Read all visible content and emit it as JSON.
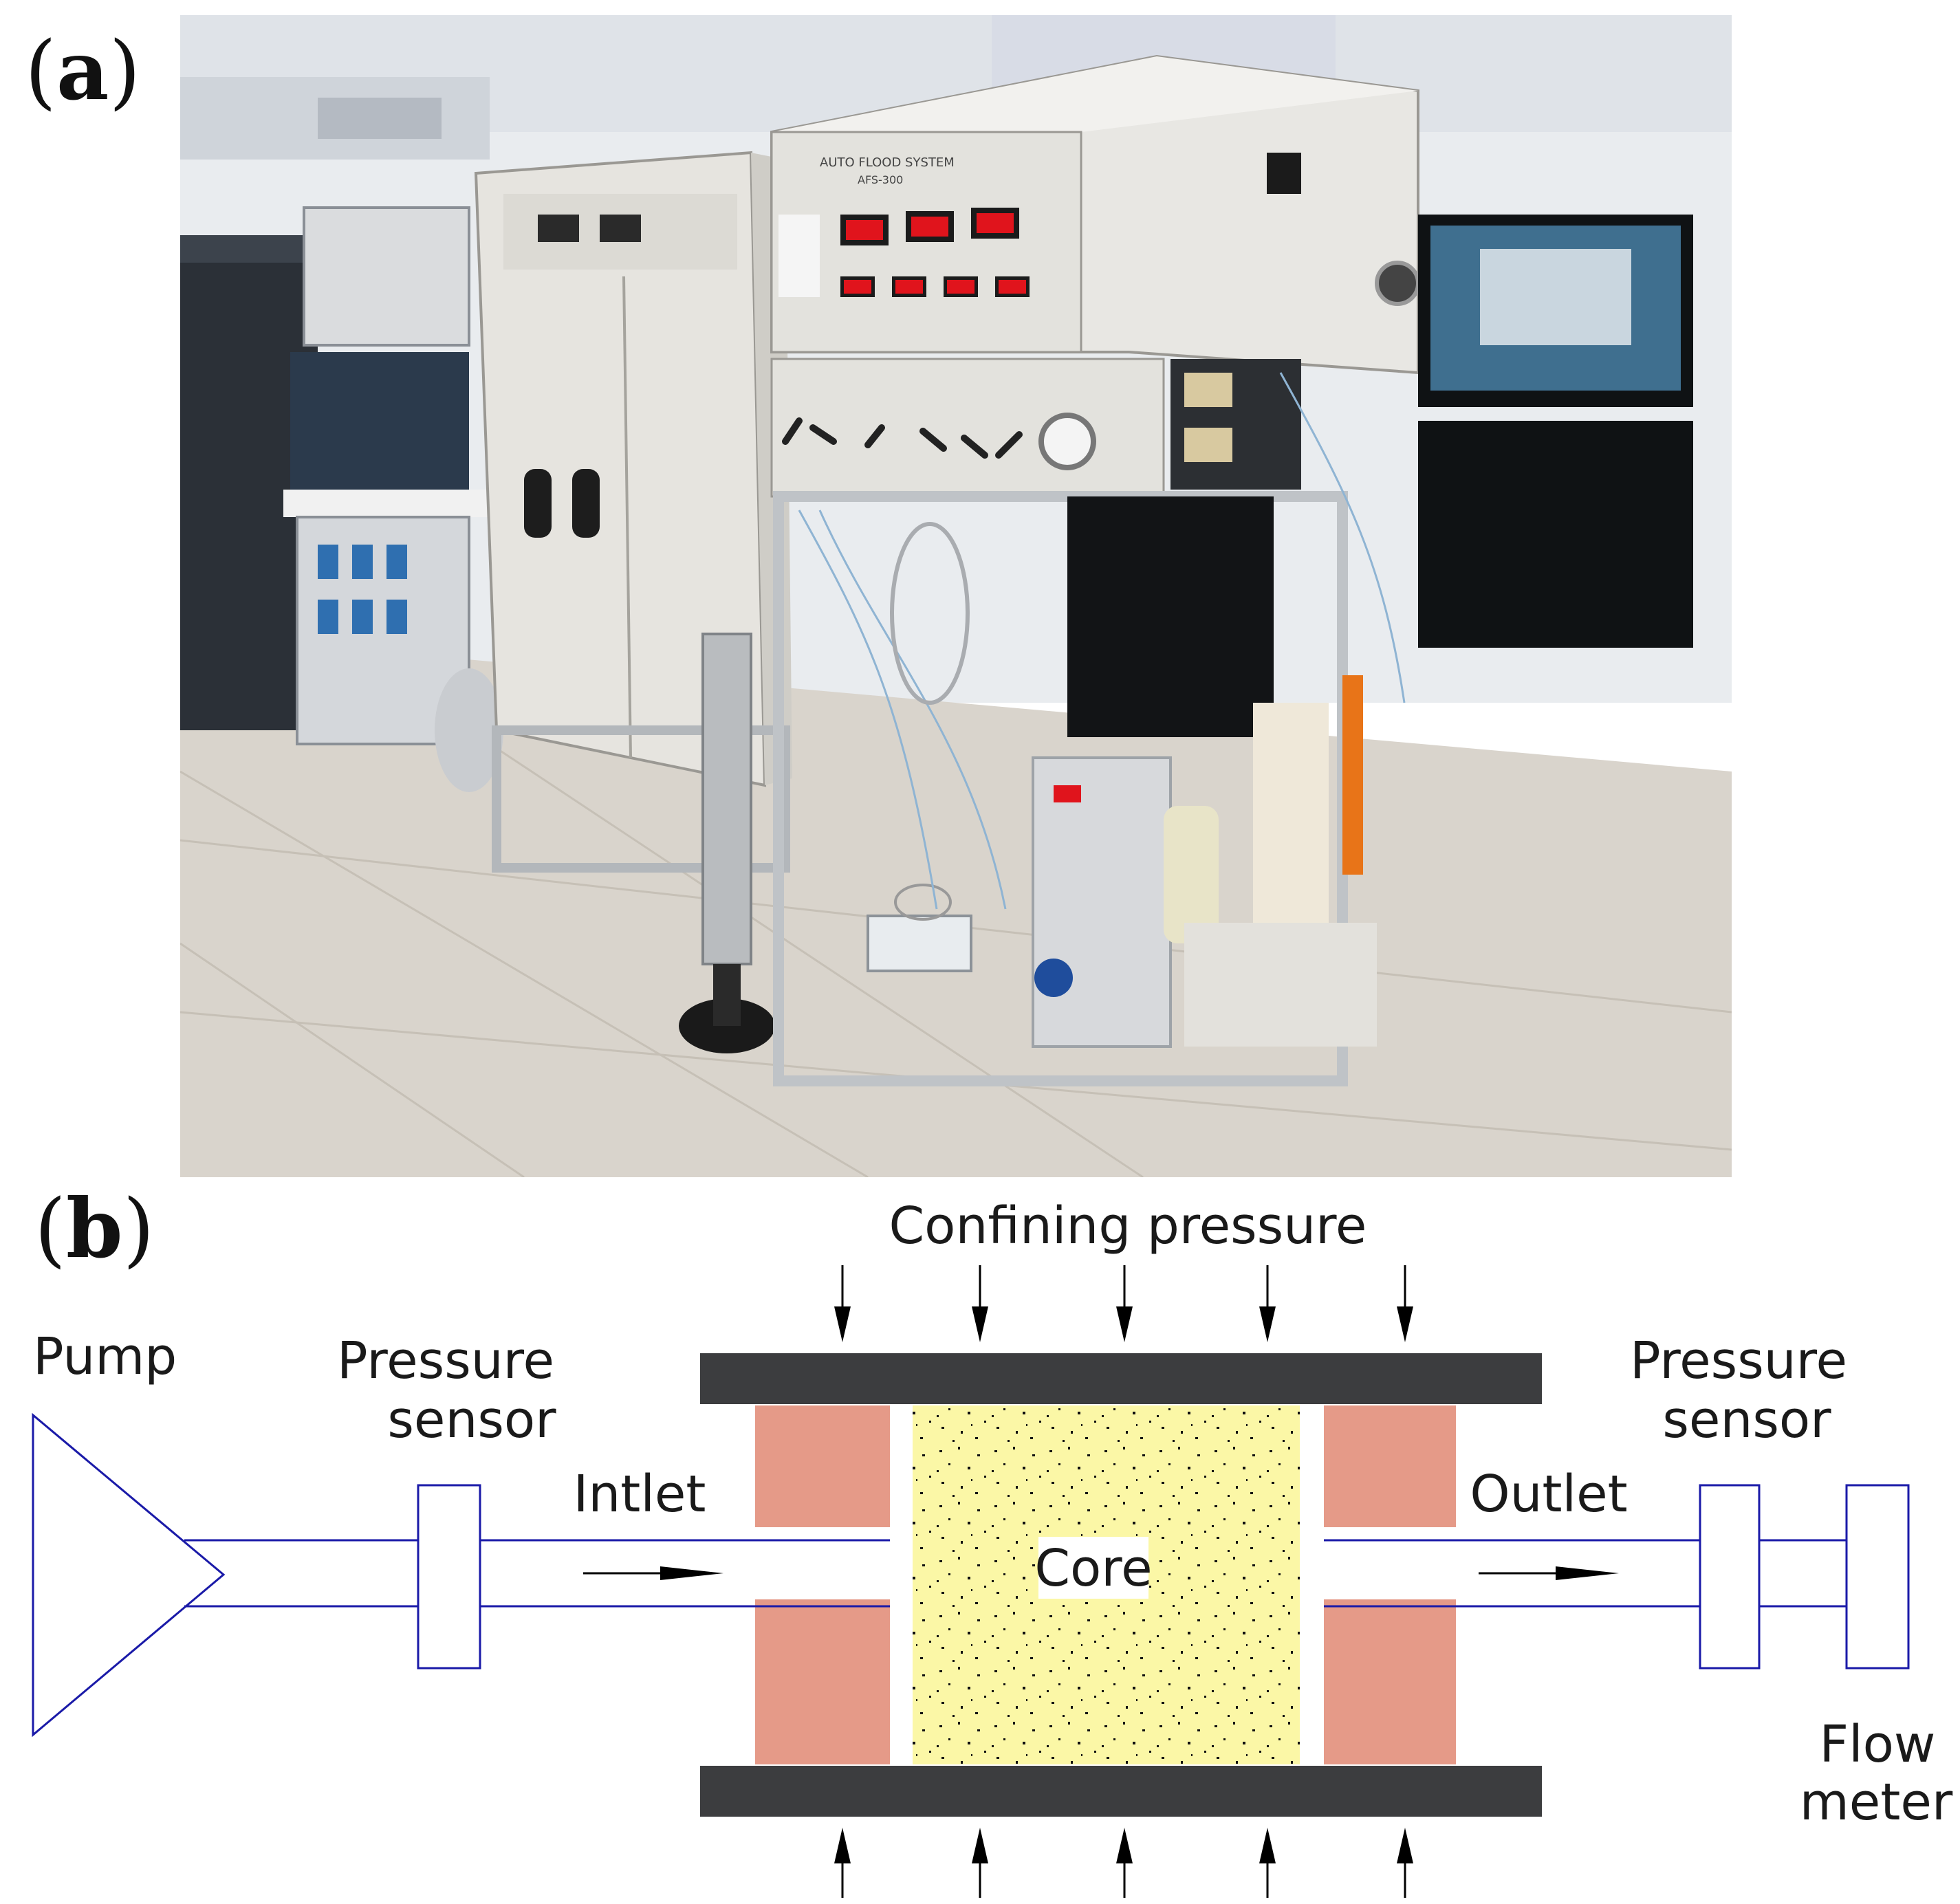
{
  "panels": {
    "a_label": "a",
    "b_label": "b"
  },
  "photo": {
    "instrument_title": "AUTO FLOOD SYSTEM",
    "instrument_model": "AFS-300",
    "colors": {
      "wall": "#e9ecef",
      "floor": "#d9d4cc",
      "cabinet": "#e6e4df",
      "frame": "#bfc3c7",
      "display": "#e0141c",
      "screen": "#0f1214"
    }
  },
  "diagram": {
    "confining_pressure": "Confining pressure",
    "pump": "Pump",
    "pressure_sensor_left": [
      "Pressure",
      "sensor"
    ],
    "pressure_sensor_right": [
      "Pressure",
      "sensor"
    ],
    "inlet": "Intlet",
    "outlet": "Outlet",
    "core": "Core",
    "flow_meter": [
      "Flow",
      "meter"
    ],
    "colors": {
      "line": "#1a1aa8",
      "plate": "#3c3d3f",
      "end_cap": "#e59a88",
      "core": "#fbf7a6",
      "arrow": "#000000"
    }
  }
}
